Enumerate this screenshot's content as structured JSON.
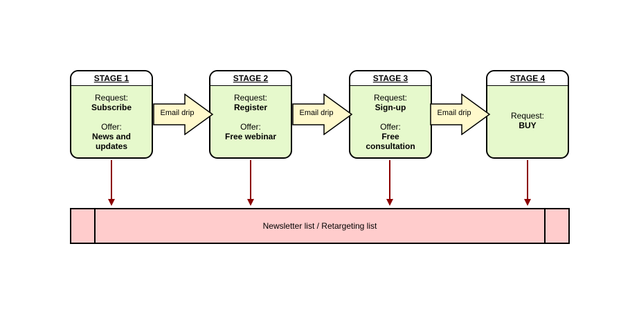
{
  "stages": [
    {
      "title": "STAGE 1",
      "request_label": "Request:",
      "request": "Subscribe",
      "offer_label": "Offer:",
      "offer_line1": "News and",
      "offer_line2": "updates"
    },
    {
      "title": "STAGE 2",
      "request_label": "Request:",
      "request": "Register",
      "offer_label": "Offer:",
      "offer_line1": "Free webinar"
    },
    {
      "title": "STAGE 3",
      "request_label": "Request:",
      "request": "Sign-up",
      "offer_label": "Offer:",
      "offer_line1": "Free",
      "offer_line2": "consultation"
    },
    {
      "title": "STAGE 4",
      "request_label": "Request:",
      "request": "BUY"
    }
  ],
  "arrows": [
    {
      "label": "Email drip"
    },
    {
      "label": "Email drip"
    },
    {
      "label": "Email drip"
    }
  ],
  "list": {
    "label": "Newsletter list / Retargeting list"
  },
  "colors": {
    "stage_fill": "#e6f9cc",
    "arrow_fill": "#fff9cc",
    "list_fill": "#ffcccc",
    "connector": "#8b0000"
  }
}
